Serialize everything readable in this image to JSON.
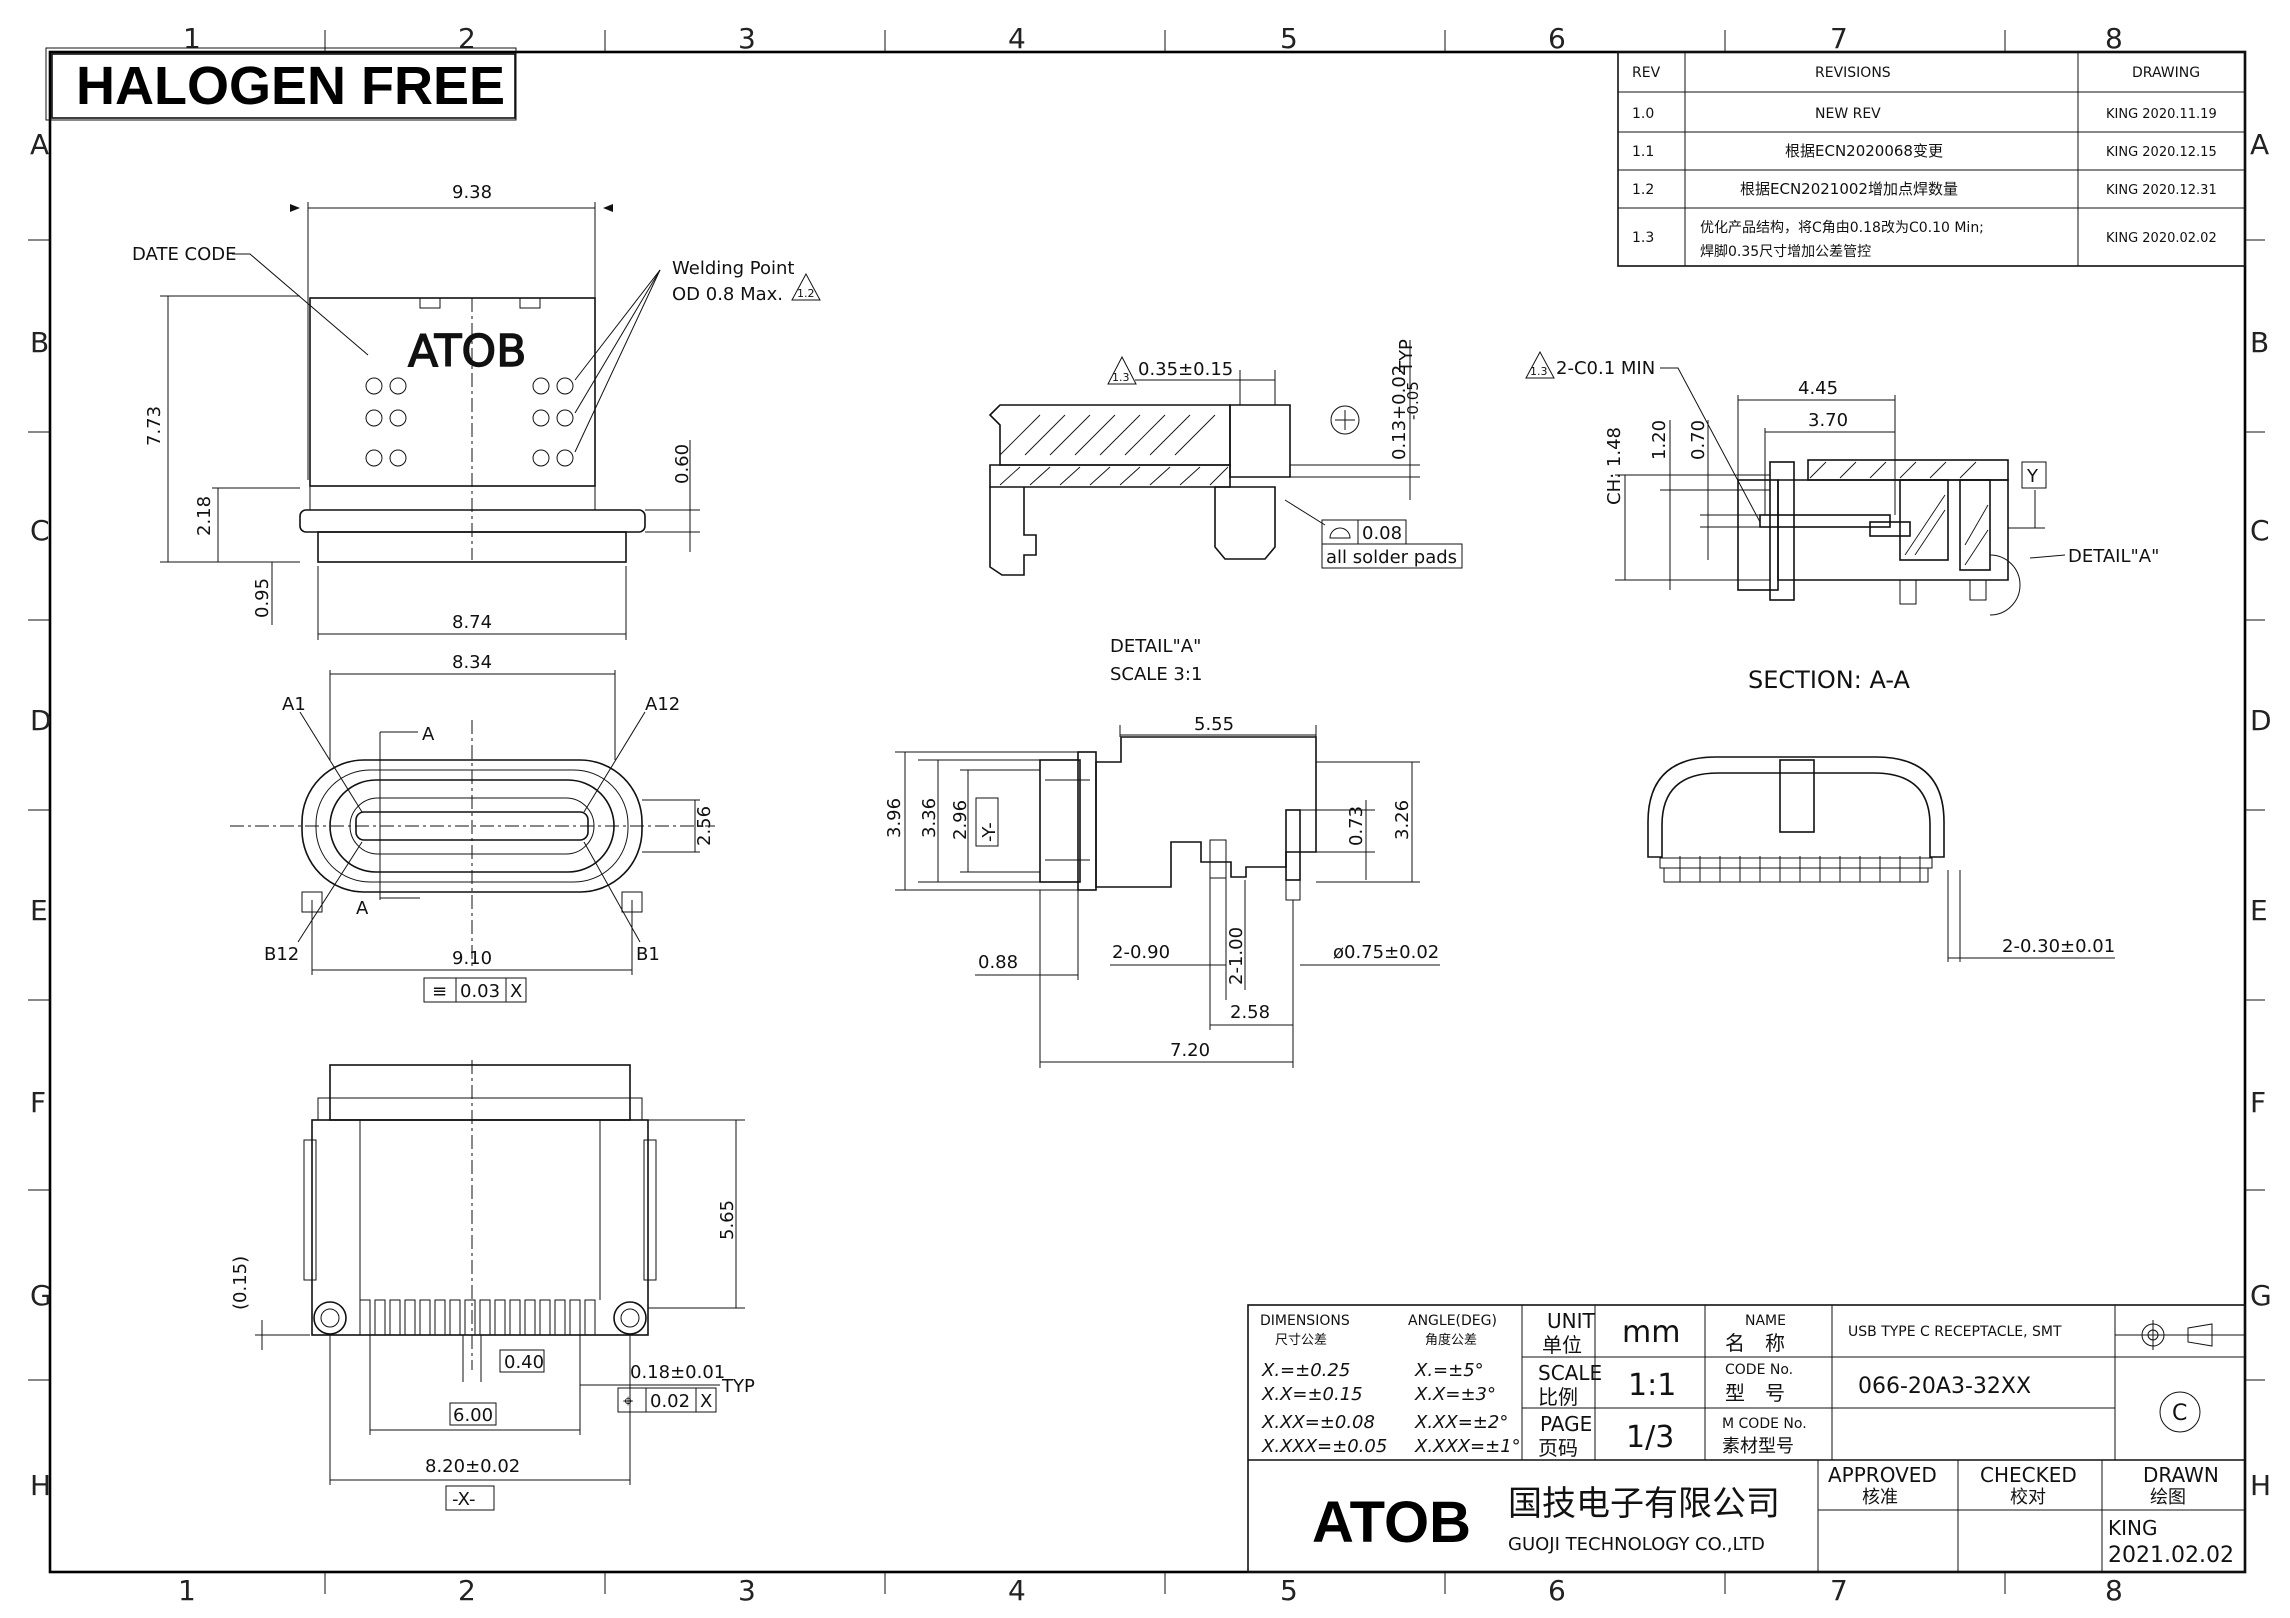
{
  "halogen_free": "HALOGEN FREE",
  "grid": {
    "cols": [
      "1",
      "2",
      "3",
      "4",
      "5",
      "6",
      "7",
      "8"
    ],
    "rows": [
      "A",
      "B",
      "C",
      "D",
      "E",
      "F",
      "G",
      "H"
    ]
  },
  "revisions": {
    "headers": {
      "rev": "REV",
      "revisions": "REVISIONS",
      "drawing": "DRAWING"
    },
    "rows": [
      {
        "rev": "1.0",
        "desc": "NEW REV",
        "desc2": "",
        "drawing": "KING 2020.11.19"
      },
      {
        "rev": "1.1",
        "desc": "根据ECN2020068变更",
        "desc2": "",
        "drawing": "KING 2020.12.15"
      },
      {
        "rev": "1.2",
        "desc": "根据ECN2021002增加点焊数量",
        "desc2": "",
        "drawing": "KING 2020.12.31"
      },
      {
        "rev": "1.3",
        "desc": "优化产品结构，将C角由0.18改为C0.10 Min;",
        "desc2": "焊脚0.35尺寸增加公差管控",
        "drawing": "KING 2020.02.02"
      }
    ]
  },
  "front_view": {
    "dim_top": "9.38",
    "date_code": "DATE CODE",
    "welding1": "Welding Point",
    "welding2": "OD 0.8 Max.",
    "rev_mark": "1.2",
    "logo": "ATOB",
    "dim_height": "7.73",
    "dim_218": "2.18",
    "dim_060": "0.60",
    "dim_095": "0.95",
    "dim_bottom": "8.74"
  },
  "end_view": {
    "dim_top": "8.34",
    "a1": "A1",
    "a12": "A12",
    "b12": "B12",
    "b1": "B1",
    "section_a": "A",
    "dim_256": "2.56",
    "dim_bottom": "9.10",
    "tol_sym": "≡",
    "tol_val": "0.03",
    "tol_ref": "X"
  },
  "bottom_view": {
    "dim_565": "5.65",
    "dim_015": "(0.15)",
    "dim_040": "0.40",
    "dim_pitch": "0.18±0.01",
    "typ": "TYP",
    "tol_sym": "⌖",
    "tol_val": "0.02",
    "tol_ref": "X",
    "dim_600": "6.00",
    "dim_820": "8.20±0.02",
    "datum_x": "-X-"
  },
  "detail_a": {
    "rev_mark": "1.3",
    "dim_top": "0.35±0.15",
    "dim_v": "0.13+0.02",
    "dim_v2": "-0.05",
    "typ": "TYP",
    "flat_val": "0.08",
    "flat_note": "all solder pads",
    "title": "DETAIL\"A\"",
    "scale": "SCALE 3:1"
  },
  "side_view": {
    "dim_555": "5.55",
    "dim_396": "3.96",
    "dim_336": "3.36",
    "dim_296": "2.96",
    "datum_y": "-Y-",
    "dim_073": "0.73",
    "dim_326": "3.26",
    "dim_088": "0.88",
    "dim_290": "2-0.90",
    "dim_100": "2-1.00",
    "dim_dia": "ø0.75±0.02",
    "dim_258": "2.58",
    "dim_720": "7.20"
  },
  "section": {
    "rev_mark": "1.3",
    "chamfer": "2-C0.1 MIN",
    "dim_445": "4.45",
    "dim_370": "3.70",
    "dim_ch": "CH: 1.48",
    "dim_120": "1.20",
    "dim_070": "0.70",
    "datum_y": "Y",
    "detail": "DETAIL\"A\"",
    "title": "SECTION: A-A"
  },
  "front_open": {
    "dim_030": "2-0.30±0.01"
  },
  "title_block": {
    "dimensions": "DIMENSIONS",
    "dim_cn": "尺寸公差",
    "angle": "ANGLE(DEG)",
    "angle_cn": "角度公差",
    "tol1": "X.=±0.25",
    "tol2": "X.X=±0.15",
    "tol3": "X.XX=±0.08",
    "tol4": "X.XXX=±0.05",
    "ang1": "X.=±5°",
    "ang2": "X.X=±3°",
    "ang3": "X.XX=±2°",
    "ang4": "X.XXX=±1°",
    "unit": "UNIT",
    "unit_cn": "单位",
    "unit_val": "mm",
    "scale": "SCALE",
    "scale_cn": "比例",
    "scale_val": "1:1",
    "page": "PAGE",
    "page_cn": "页码",
    "page_val": "1/3",
    "name": "NAME",
    "name_cn": "名　称",
    "name_val": "USB TYPE C RECEPTACLE, SMT",
    "code": "CODE No.",
    "code_cn": "型　号",
    "code_val": "066-20A3-32XX",
    "mcode": "M CODE No.",
    "mcode_cn": "素材型号",
    "copyright": "C",
    "approved": "APPROVED",
    "approved_cn": "核准",
    "checked": "CHECKED",
    "checked_cn": "校对",
    "drawn": "DRAWN",
    "drawn_cn": "绘图",
    "drawn_by": "KING",
    "drawn_date": "2021.02.02",
    "company_logo": "ATOB",
    "company_cn": "国技电子有限公司",
    "company_en": "GUOJI TECHNOLOGY CO.,LTD"
  }
}
